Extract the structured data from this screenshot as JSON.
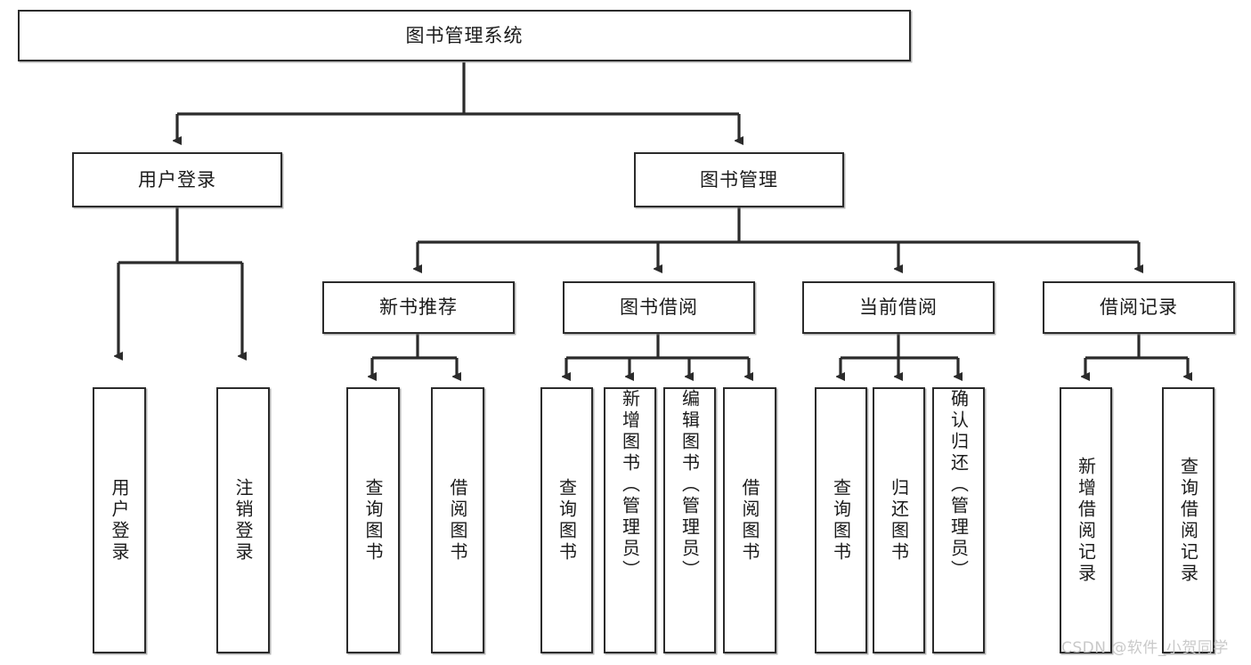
{
  "diagram": {
    "title": "图书管理系统",
    "root": {
      "label": "图书管理系统"
    },
    "level2": [
      {
        "label": "用户登录"
      },
      {
        "label": "图书管理"
      }
    ],
    "level3": [
      {
        "label": "新书推荐"
      },
      {
        "label": "图书借阅"
      },
      {
        "label": "当前借阅"
      },
      {
        "label": "借阅记录"
      }
    ],
    "leaves": {
      "user_login": [
        {
          "label": "用户登录"
        },
        {
          "label": "注销登录"
        }
      ],
      "new_book_recommend": [
        {
          "label": "查询图书"
        },
        {
          "label": "借阅图书"
        }
      ],
      "book_borrow": [
        {
          "label": "查询图书"
        },
        {
          "label": "新增图书（管理员）"
        },
        {
          "label": "编辑图书（管理员）"
        },
        {
          "label": "借阅图书"
        }
      ],
      "current_borrow": [
        {
          "label": "查询图书"
        },
        {
          "label": "归还图书"
        },
        {
          "label": "确认归还（管理员）"
        }
      ],
      "borrow_record": [
        {
          "label": "新增借阅记录"
        },
        {
          "label": "查询借阅记录"
        }
      ]
    }
  },
  "watermark": {
    "text": "CSDN @软件_小贺同学"
  },
  "colors": {
    "stroke": "#2b2b2b",
    "fill": "#ffffff",
    "text": "#1b1b1b",
    "watermark": "#c9c9c9"
  }
}
